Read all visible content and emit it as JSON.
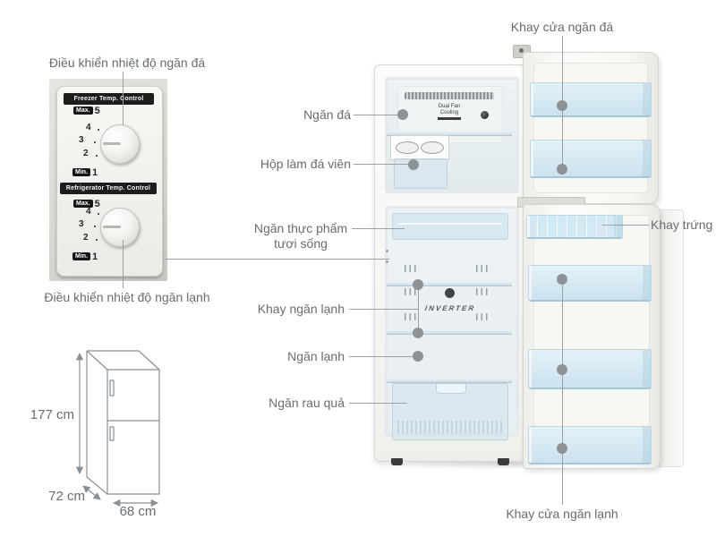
{
  "callouts": {
    "freezer_temp": "Điều khiển nhiệt độ ngăn đá",
    "fridge_temp": "Điều khiển nhiệt độ ngăn lạnh",
    "freezer_compartment": "Ngăn đá",
    "ice_box": "Hộp làm đá viên",
    "fresh_food_line1": "Ngăn thực phẩm",
    "fresh_food_line2": "tươi sống",
    "fridge_shelf": "Khay ngăn lạnh",
    "fridge_compartment": "Ngăn lạnh",
    "vegetable_drawer": "Ngăn rau quả",
    "freezer_door_tray": "Khay cửa ngăn đá",
    "egg_tray": "Khay trứng",
    "fridge_door_tray": "Khay cửa ngăn lạnh"
  },
  "control_panel": {
    "freezer_header": "Freezer Temp. Control",
    "refrigerator_header": "Refrigerator Temp. Control",
    "max_label": "Max.",
    "min_label": "Min.",
    "max_value": "5",
    "mid_values": [
      "4",
      "3",
      "2"
    ],
    "min_value": "1"
  },
  "fridge_photo": {
    "dual_fan_line1": "Dual Fan",
    "dual_fan_line2": "Cooling",
    "inverter": "INVERTER"
  },
  "dimensions": {
    "height": "177 cm",
    "depth": "72 cm",
    "width": "68 cm"
  },
  "colors": {
    "label_text": "#676d71",
    "leader_line": "#9aa0a3",
    "marker_dot": "#8d9296",
    "bin_blue": "#cfe3ee",
    "panel_black": "#1d1d1d"
  }
}
